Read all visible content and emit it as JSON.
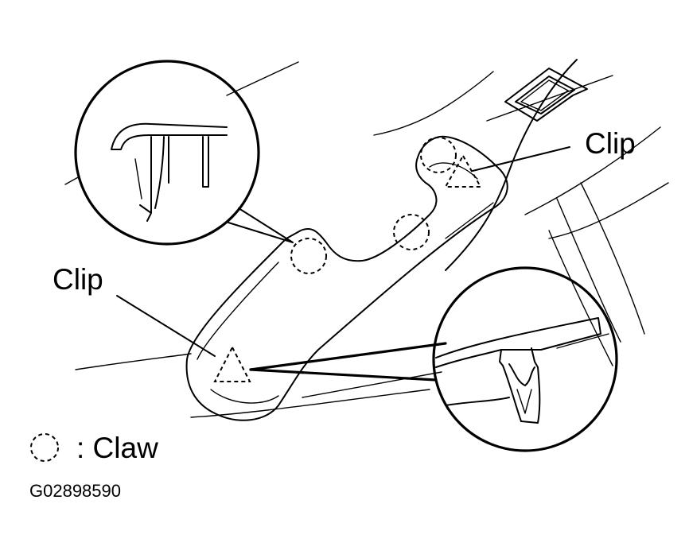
{
  "labels": {
    "clip_upper": "Clip",
    "clip_lower": "Clip",
    "legend_text": ": Claw",
    "figure_code": "G02898590"
  }
}
